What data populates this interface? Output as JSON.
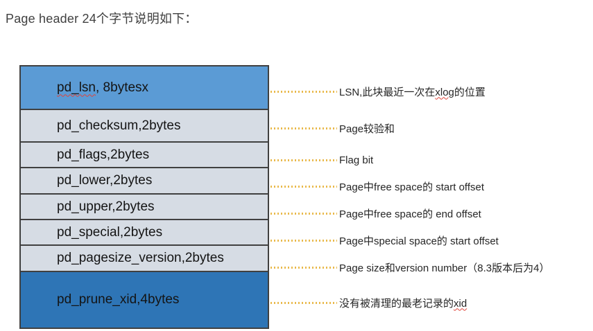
{
  "title": "Page header 24个字节说明如下：",
  "colors": {
    "row_blue_top": "#5B9BD5",
    "row_blue_bottom": "#2E75B6",
    "row_gray": "#D6DCE4",
    "row_border": "#404040",
    "leader_dots": "#E9B94B",
    "spellcheck_underline": "#E0443A",
    "title_text": "#404040",
    "row_text": "#141414"
  },
  "diagram": {
    "rows": [
      {
        "wavy": "pd_lsn",
        "rest": ", 8bytesx"
      },
      {
        "rest": "pd_checksum,2bytes"
      },
      {
        "rest": "pd_flags,2bytes"
      },
      {
        "rest": "pd_lower,2bytes"
      },
      {
        "rest": "pd_upper,2bytes"
      },
      {
        "rest": "pd_special,2bytes"
      },
      {
        "rest": "pd_pagesize_version,2bytes"
      },
      {
        "rest": "pd_prune_xid,4bytes"
      }
    ]
  },
  "annotations": [
    {
      "pre": "LSN,此块最近一次在",
      "wavy": "xlog",
      "post": "的位置"
    },
    {
      "pre": "Page较验和"
    },
    {
      "pre": "Flag bit"
    },
    {
      "pre": "Page中free space的 start offset"
    },
    {
      "pre": "Page中free space的 end offset"
    },
    {
      "pre": "Page中special space的 start offset"
    },
    {
      "pre": "Page size和version number（8.3版本后为4）"
    },
    {
      "pre": "没有被清理的最老记录的",
      "wavy": "xid",
      "post": ""
    }
  ]
}
